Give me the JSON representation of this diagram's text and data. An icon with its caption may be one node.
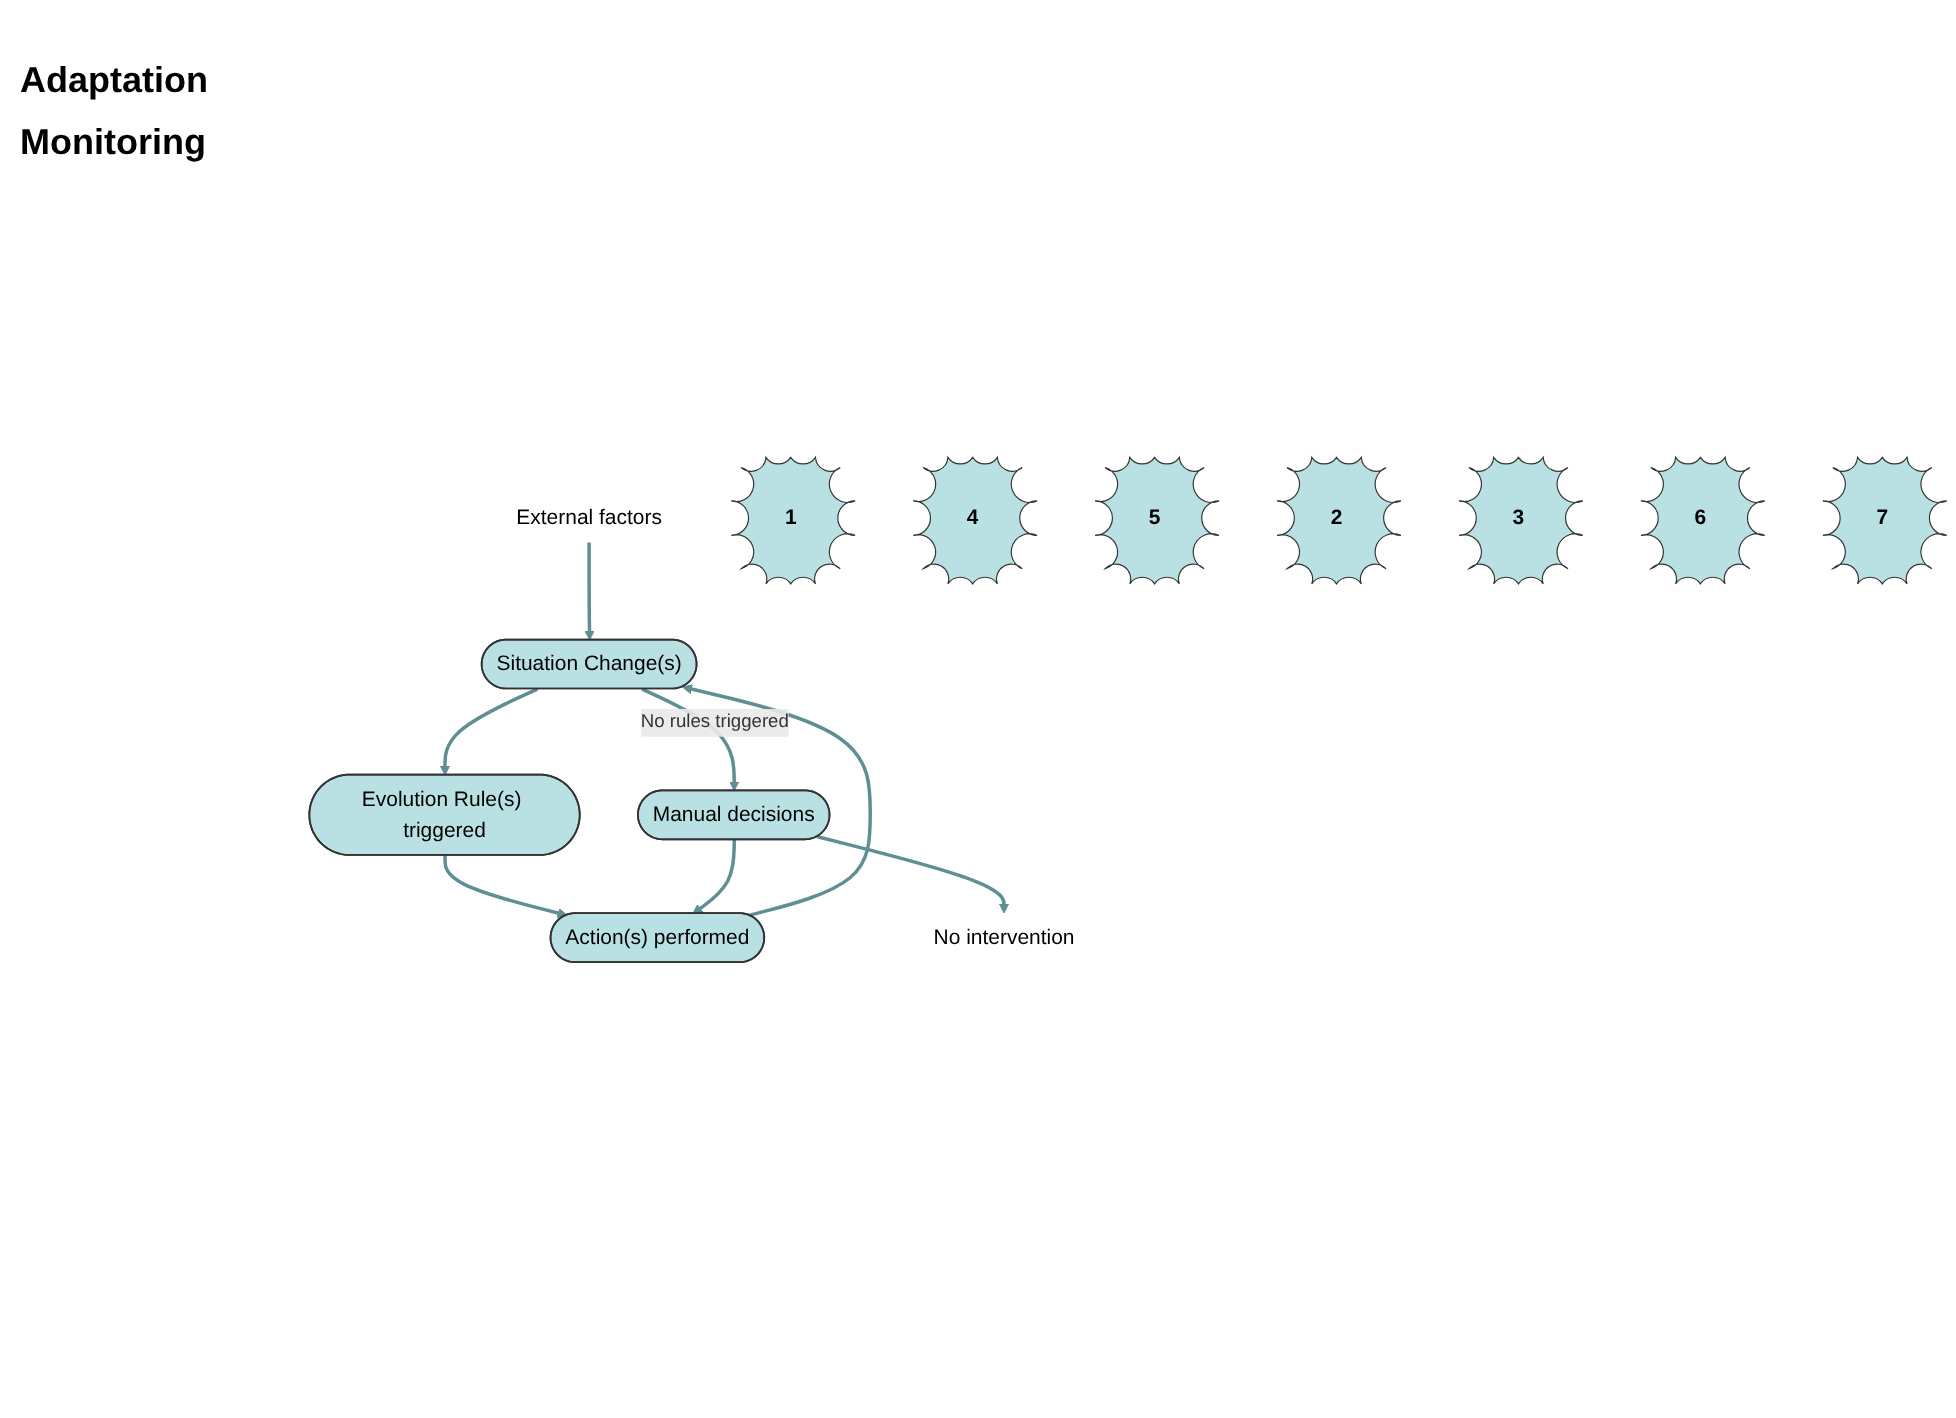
{
  "diagram": {
    "nodes": [
      {
        "text": [
          "External factors"
        ]
      },
      {
        "text": [
          "1"
        ]
      },
      {
        "text": [
          "Situation Change(s)"
        ]
      },
      {
        "text": [
          "4"
        ]
      },
      {
        "text": [
          "Action(s) performed"
        ]
      },
      {
        "text": [
          "5"
        ]
      },
      {
        "text": [
          "2"
        ]
      },
      {
        "text": [
          "Evolution Rule(s) triggered"
        ]
      },
      {
        "text": [
          "3"
        ]
      },
      {
        "text": [
          "No intervention"
        ]
      },
      {
        "text": [
          "Manual decisions"
        ]
      },
      {
        "text": [
          "6"
        ]
      },
      {
        "text": [
          "7"
        ]
      }
    ],
    "edges": [
      {
        "from": 0,
        "to": 2,
        "arrow": "to"
      },
      {
        "from": 4,
        "to": 2,
        "arrow": "to"
      },
      {
        "from": 2,
        "to": 7,
        "arrow": "to"
      },
      {
        "from": 2,
        "to": 10,
        "arrow": "to",
        "label": "No rules triggered"
      },
      {
        "from": 7,
        "to": 4,
        "arrow": "to"
      },
      {
        "from": 10,
        "to": 4,
        "arrow": "to"
      },
      {
        "from": 10,
        "to": 9,
        "arrow": "to"
      }
    ],
    "labels": [
      "Adaptation",
      "Monitoring"
    ]
  }
}
